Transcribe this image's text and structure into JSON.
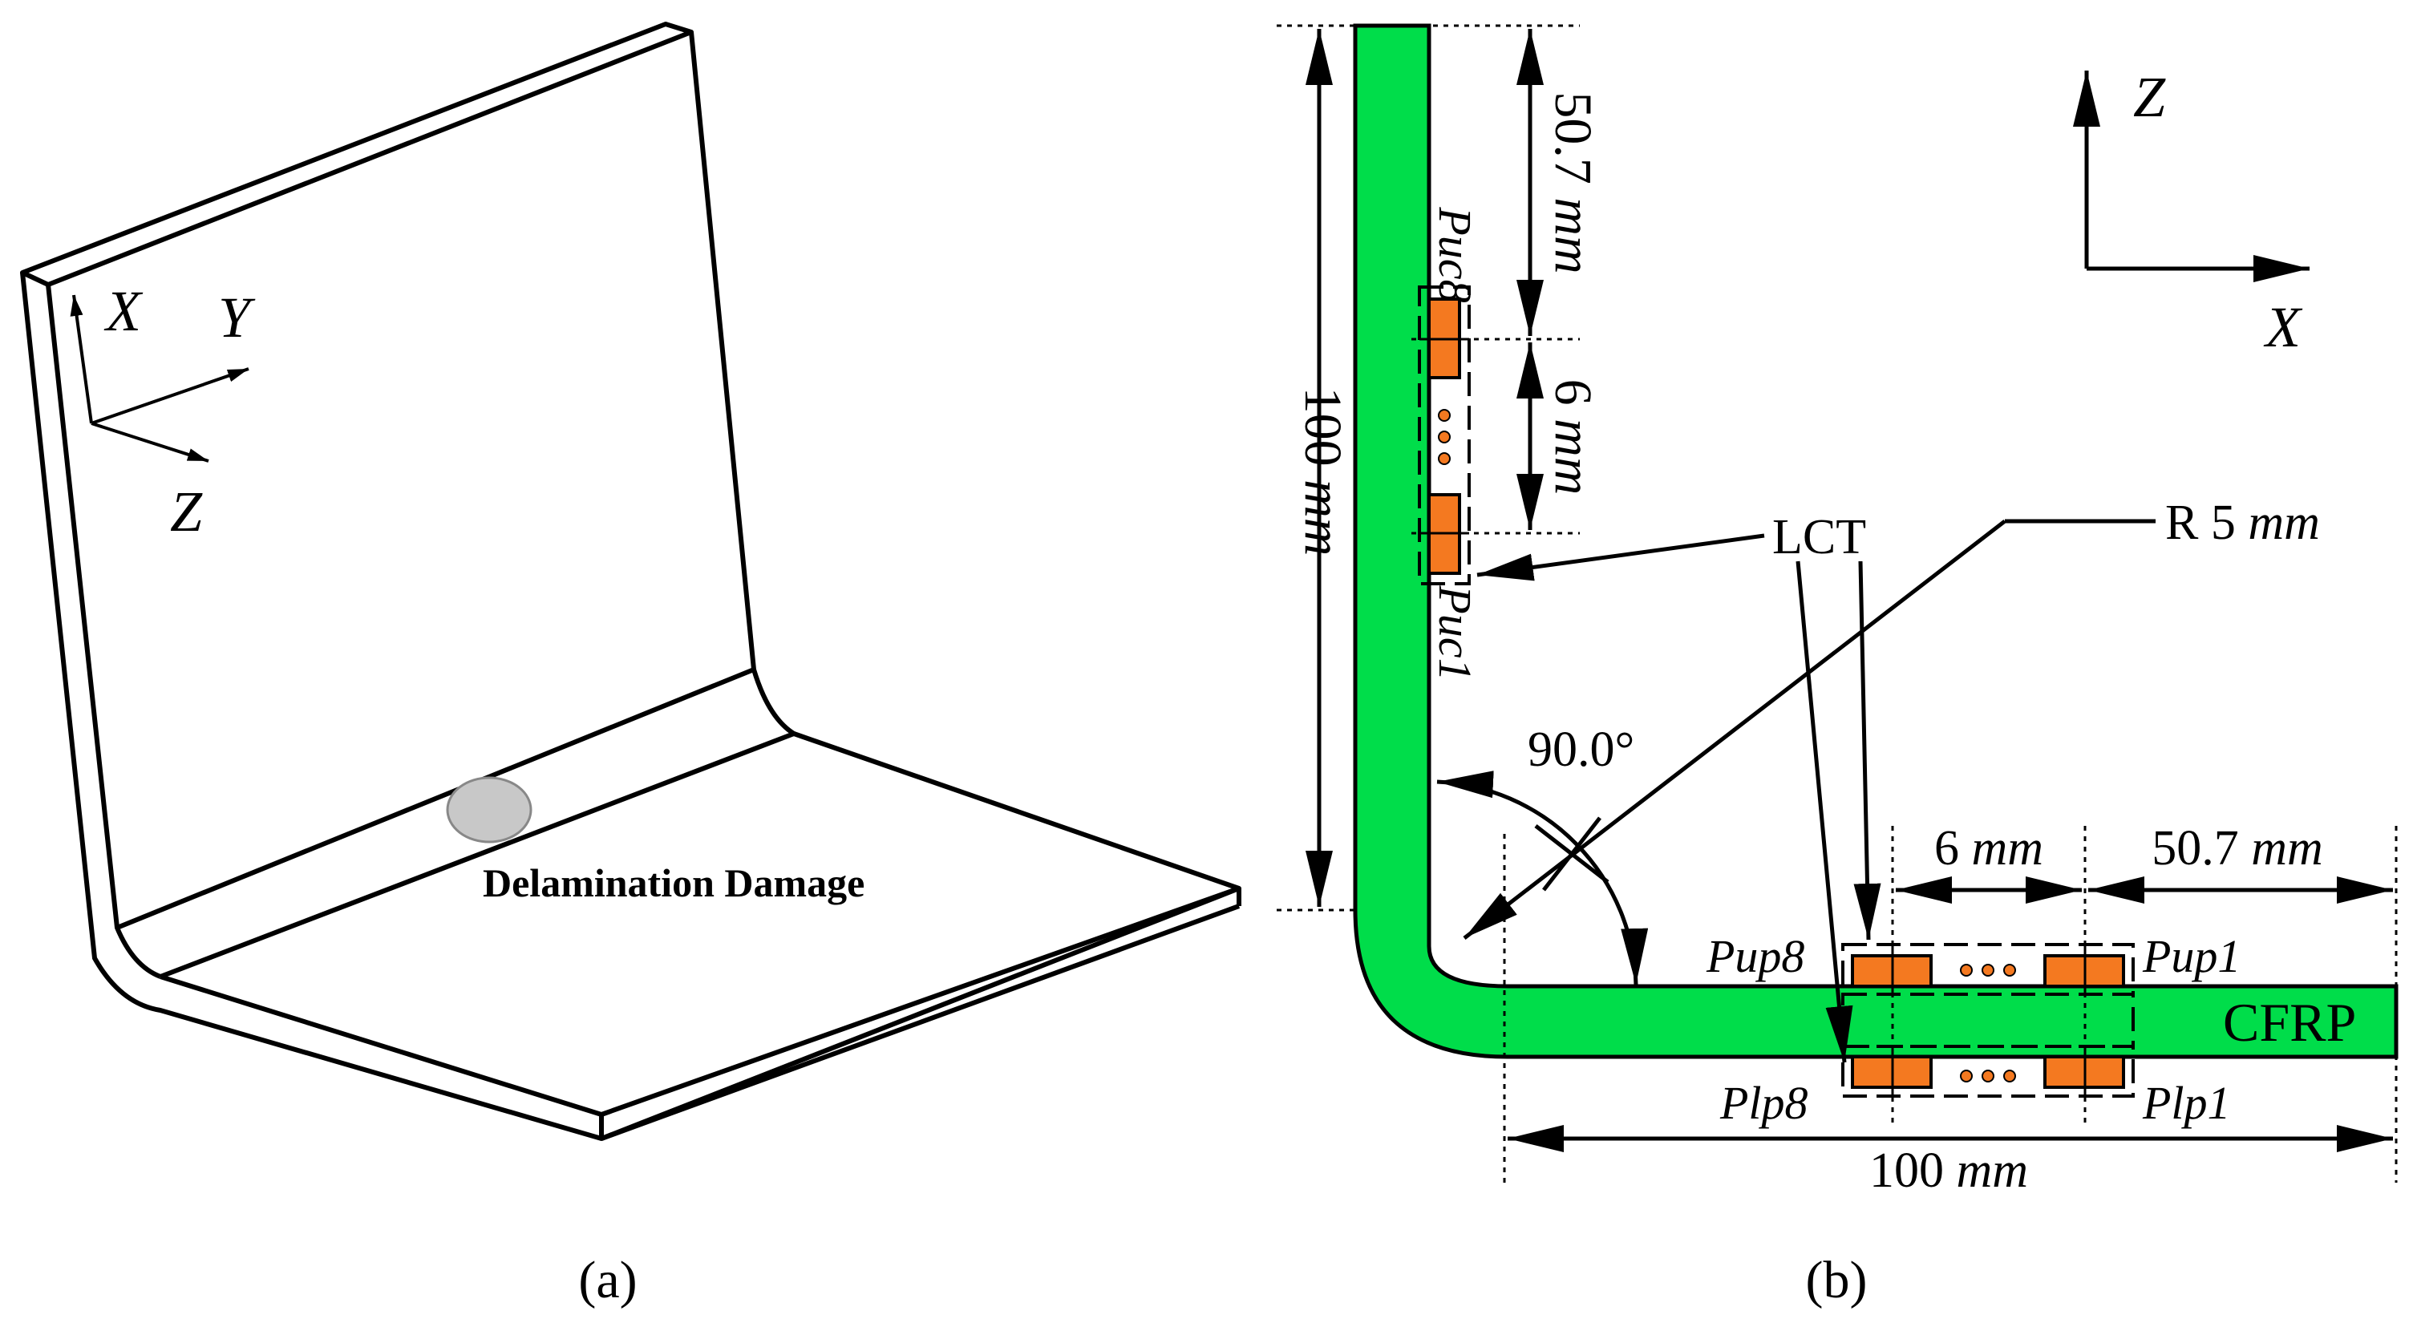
{
  "panel_a": {
    "label": "(a)",
    "axes": {
      "x": "X",
      "y": "Y",
      "z": "Z"
    },
    "damage_label": "Delamination Damage",
    "colors": {
      "damage": "#c8c8c8",
      "outline": "#000000"
    }
  },
  "panel_b": {
    "label": "(b)",
    "axes": {
      "z": "Z",
      "x": "X"
    },
    "dims": {
      "vertical_total_num": "100",
      "vertical_total_unit": "mm",
      "vertical_top_num": "50.7",
      "vertical_top_unit": "mm",
      "vertical_mid_num": "6",
      "vertical_mid_unit": "mm",
      "horizontal_mid_num": "6",
      "horizontal_mid_unit": "mm",
      "horizontal_right_num": "50.7",
      "horizontal_right_unit": "mm",
      "horizontal_total_num": "100",
      "horizontal_total_unit": "mm",
      "angle": "90.0°",
      "radius_prefix": "R 5",
      "radius_unit": "mm"
    },
    "labels": {
      "lct": "LCT",
      "cfrp": "CFRP",
      "puc8": "Puc8",
      "puc1": "Puc1",
      "pup8": "Pup8",
      "pup1": "Pup1",
      "plp8": "Plp8",
      "plp1": "Plp1"
    },
    "colors": {
      "cfrp": "#00dd4a",
      "sensor": "#f47920",
      "dot": "#f47920"
    }
  }
}
